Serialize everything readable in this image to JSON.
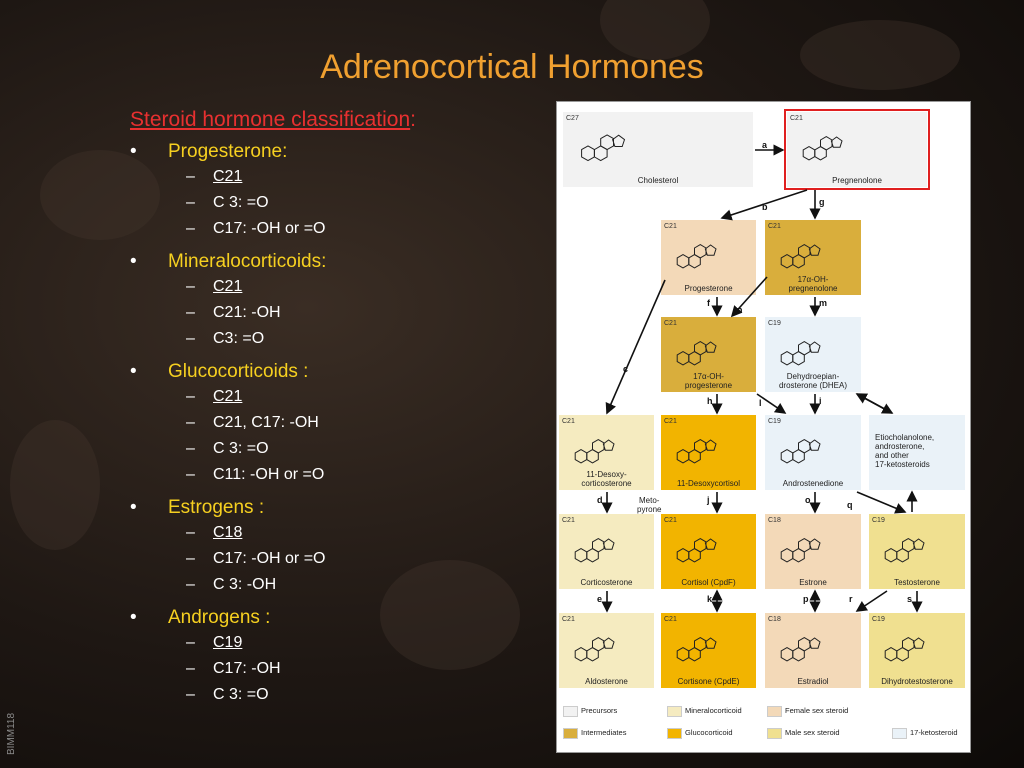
{
  "title": "Adrenocortical Hormones",
  "heading": {
    "text": "Steroid hormone classification",
    "colon": ":"
  },
  "categories": [
    {
      "label": "Progesterone:",
      "items": [
        "C21",
        "C 3: =O",
        "C17: -OH or =O"
      ]
    },
    {
      "label": "Mineralocorticoids:",
      "items": [
        "C21",
        "C21: -OH",
        "C3: =O"
      ]
    },
    {
      "label": "Glucocorticoids :",
      "items": [
        "C21",
        "C21, C17: -OH",
        "C 3: =O",
        "C11: -OH or =O"
      ]
    },
    {
      "label": "Estrogens :",
      "items": [
        "C18",
        "C17: -OH or =O",
        "C 3: -OH"
      ]
    },
    {
      "label": "Androgens :",
      "items": [
        "C19",
        "C17: -OH",
        "C 3: =O"
      ]
    }
  ],
  "side_code": "BIMM118",
  "figure": {
    "compounds": {
      "cholesterol": {
        "name": "Cholesterol",
        "c": "C27"
      },
      "pregnenolone": {
        "name": "Pregnenolone",
        "c": "C21"
      },
      "progesterone": {
        "name": "Progesterone",
        "c": "C21"
      },
      "oh_pregnenolone": {
        "name": "17α-OH-\npregnenolone",
        "c": "C21"
      },
      "oh_progesterone": {
        "name": "17α-OH-\nprogesterone",
        "c": "C21"
      },
      "dhea": {
        "name": "Dehydroepian-\ndrosterone (DHEA)",
        "c": "C19"
      },
      "desoxycorticosterone": {
        "name": "11-Desoxy-\ncorticosterone",
        "c": "C21"
      },
      "desoxycortisol": {
        "name": "11-Desoxycortisol",
        "c": "C21"
      },
      "androstenedione": {
        "name": "Androstenedione",
        "c": "C19"
      },
      "ketosteroids": {
        "name": "Etiocholanolone,\nandrosterone,\nand other\n17-ketosteroids"
      },
      "corticosterone": {
        "name": "Corticosterone",
        "c": "C21"
      },
      "cortisol": {
        "name": "Cortisol (CpdF)",
        "c": "C21"
      },
      "estrone": {
        "name": "Estrone",
        "c": "C18"
      },
      "testosterone": {
        "name": "Testosterone",
        "c": "C19"
      },
      "aldosterone": {
        "name": "Aldosterone",
        "c": "C21"
      },
      "cortisone": {
        "name": "Cortisone (CpdE)",
        "c": "C21"
      },
      "estradiol": {
        "name": "Estradiol",
        "c": "C18"
      },
      "dihydrotestosterone": {
        "name": "Dihydrotestosterone",
        "c": "C19"
      }
    },
    "metopyrone": "Meto-\npyrone",
    "arrow_labels": [
      "a",
      "b",
      "g",
      "f",
      "n",
      "m",
      "c",
      "h",
      "l",
      "i",
      "d",
      "j",
      "o",
      "q",
      "e",
      "k",
      "p",
      "r",
      "s"
    ],
    "legend": [
      {
        "label": "Precursors",
        "color": "#f2f2f2"
      },
      {
        "label": "Mineralocorticoid",
        "color": "#f5ebc0"
      },
      {
        "label": "Female sex steroid",
        "color": "#f3d9b8"
      },
      {
        "label": "Intermediates",
        "color": "#d9ae3c"
      },
      {
        "label": "Glucocorticoid",
        "color": "#f2b400"
      },
      {
        "label": "Male sex steroid",
        "color": "#f0e090"
      },
      {
        "label": "17-ketosteroid",
        "color": "#eaf2f8"
      }
    ],
    "colors": {
      "highlight": "#e02020",
      "accent_text": "#f6d020",
      "title": "#f0a030"
    }
  }
}
